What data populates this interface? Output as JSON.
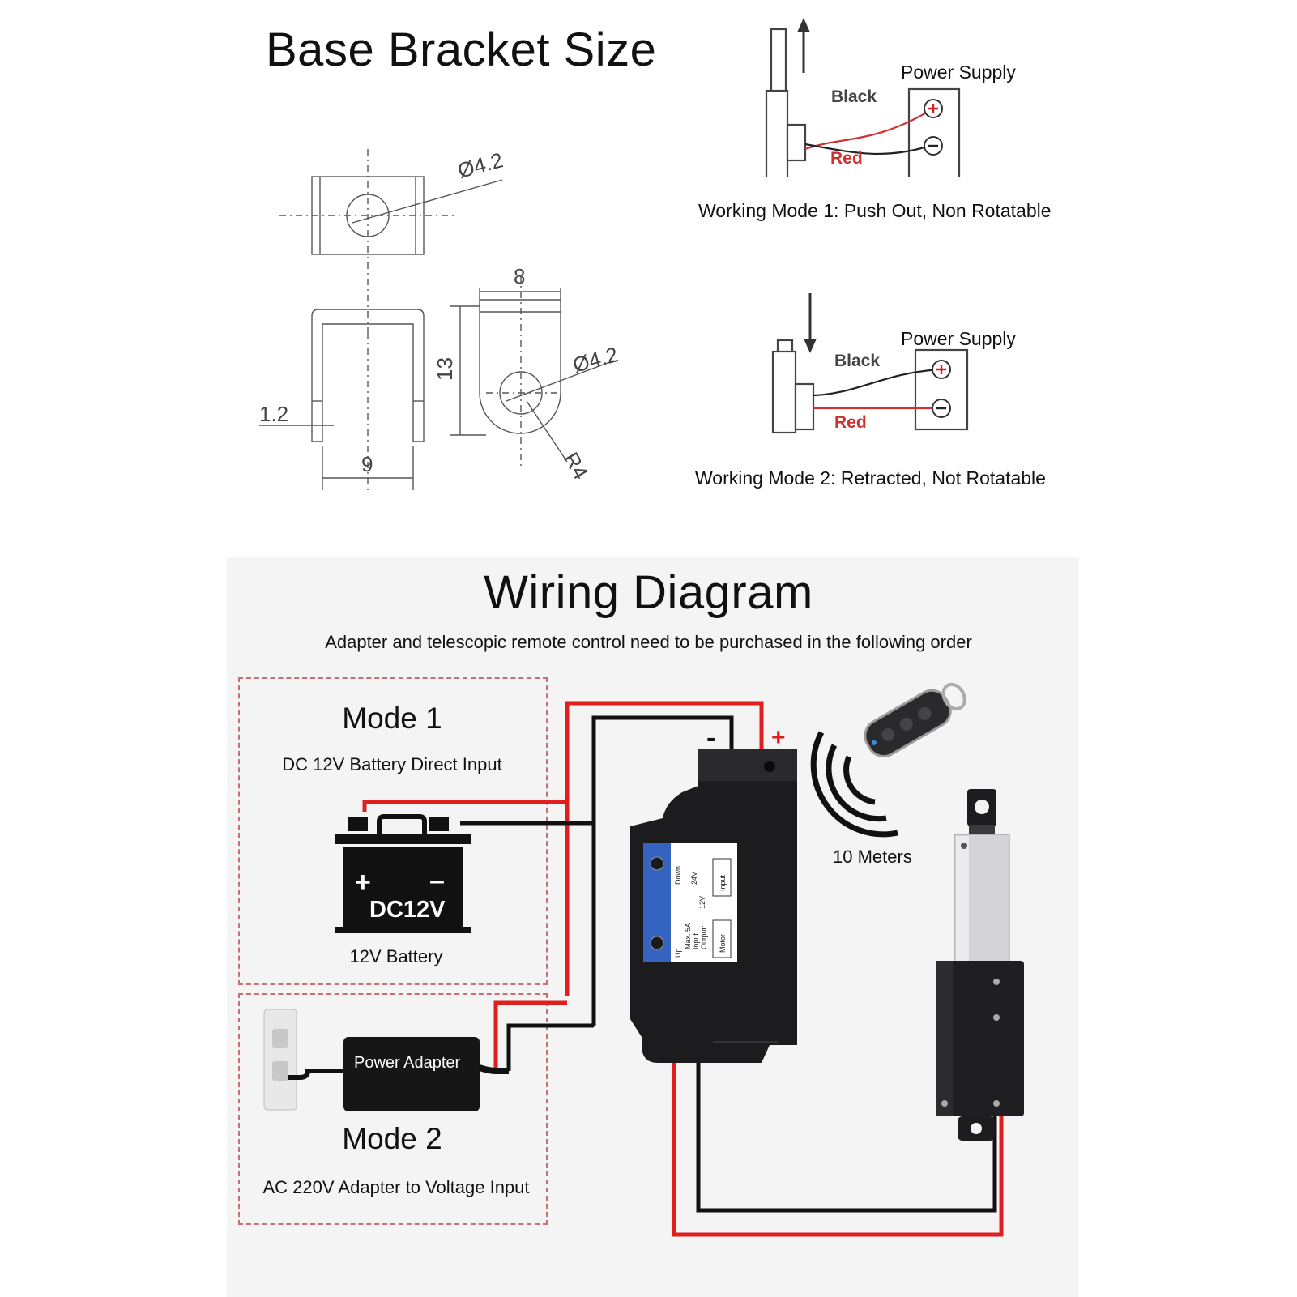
{
  "bracket": {
    "title": "Base Bracket Size",
    "dims": {
      "hole_top": "Ø4.2",
      "hole_side": "Ø4.2",
      "width_top": "8",
      "height": "13",
      "thickness": "1.2",
      "inner_width": "9",
      "radius": "R4"
    }
  },
  "mode1": {
    "label_black": "Black",
    "label_red": "Red",
    "supply": "Power Supply",
    "caption": "Working Mode 1: Push Out, Non Rotatable"
  },
  "mode2": {
    "label_black": "Black",
    "label_red": "Red",
    "supply": "Power Supply",
    "caption": "Working Mode 2: Retracted, Not Rotatable"
  },
  "wiring": {
    "title": "Wiring Diagram",
    "subtitle": "Adapter and telescopic remote control need to be purchased in the following order",
    "box1": {
      "title": "Mode 1",
      "subtitle": "DC 12V Battery Direct Input",
      "battery_text": "DC12V",
      "battery_label": "12V Battery"
    },
    "box2": {
      "title": "Mode 2",
      "subtitle": "AC 220V Adapter to Voltage Input",
      "adapter_label": "Power Adapter"
    },
    "remote_range": "10 Meters",
    "minus": "-",
    "plus": "+",
    "controller": {
      "down": "Down",
      "up": "Up",
      "v24": "24V",
      "v12": "12V",
      "max": "Max. 5A",
      "input": "Input:",
      "output": "Output:",
      "input_port": "Input",
      "motor_port": "Motor"
    }
  },
  "colors": {
    "red_wire": "#e01e1e",
    "black_wire": "#111111",
    "controller_blue": "#3564c0",
    "box_dash": "#c87070"
  }
}
